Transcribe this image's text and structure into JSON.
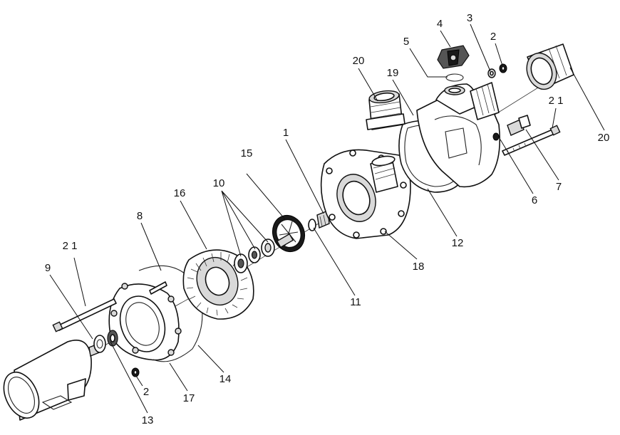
{
  "callouts": {
    "c1": "1",
    "c2a": "2",
    "c2b": "2",
    "c3": "3",
    "c4": "4",
    "c5": "5",
    "c6": "6",
    "c7": "7",
    "c8": "8",
    "c9": "9",
    "c10": "10",
    "c11": "11",
    "c12": "12",
    "c13": "13",
    "c14": "14",
    "c15": "15",
    "c16": "16",
    "c17": "17",
    "c18": "18",
    "c19": "19",
    "c20a": "20",
    "c20b": "20",
    "c21a": "2 1",
    "c21b": "2 1"
  }
}
